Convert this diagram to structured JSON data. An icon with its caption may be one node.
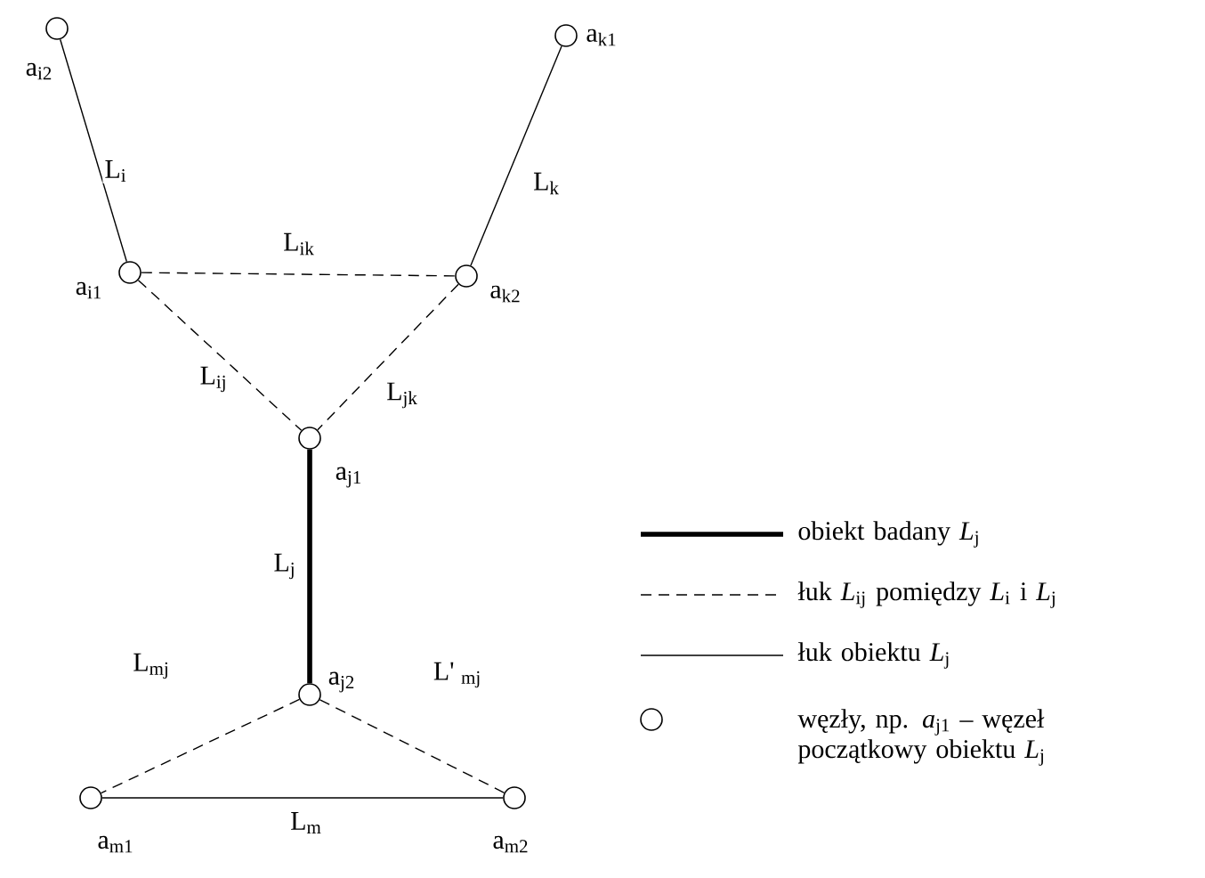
{
  "diagram": {
    "nodes": [
      {
        "text": [],
        "shape": "circle",
        "beside": [
          "a$_{i2}$"
        ]
      },
      {
        "text": [],
        "shape": "circle",
        "beside": [
          "a$_{k1}$"
        ]
      },
      {
        "text": [],
        "shape": "circle",
        "beside": [
          "a$_{i1}$"
        ]
      },
      {
        "text": [],
        "shape": "circle",
        "beside": [
          "a$_{k2}$"
        ]
      },
      {
        "text": [],
        "shape": "circle",
        "beside": [
          "a$_{j1}$"
        ]
      },
      {
        "text": [],
        "shape": "circle",
        "beside": [
          "a$_{j2}$"
        ]
      },
      {
        "text": [],
        "shape": "circle",
        "beside": [
          "a$_{m1}$"
        ]
      },
      {
        "text": [],
        "shape": "circle",
        "beside": [
          "a$_{m2}$"
        ]
      }
    ],
    "edges": [
      {
        "from": 0,
        "to": 2,
        "arrow": "none",
        "label": "L$_{i}$"
      },
      {
        "from": 1,
        "to": 3,
        "arrow": "none",
        "label": "L$_{k}$"
      },
      {
        "from": 2,
        "to": 3,
        "arrow": "none",
        "label": "L$_{ik}$",
        "style": "dashed"
      },
      {
        "from": 2,
        "to": 4,
        "arrow": "none",
        "label": "L$_{ij}$",
        "style": "dashed"
      },
      {
        "from": 3,
        "to": 4,
        "arrow": "none",
        "label": "L$_{jk}$",
        "style": "dashed"
      },
      {
        "from": 4,
        "to": 5,
        "arrow": "none",
        "label": "L$_{j}$",
        "style": "thick"
      },
      {
        "from": 5,
        "to": 6,
        "arrow": "none",
        "label": "L$_{mj}$",
        "style": "dashed"
      },
      {
        "from": 5,
        "to": 7,
        "arrow": "none",
        "label": "L' $_{mj}$",
        "style": "dashed"
      },
      {
        "from": 6,
        "to": 7,
        "arrow": "none",
        "label": "L$_{m}$"
      }
    ],
    "legend": [
      {
        "text": "obiekt badany *L*$_{j}$"
      },
      {
        "text": "łuk *L*$_{ij}$ pomiędzy *L*$_{i}$ i *L*$_{j}$"
      },
      {
        "text": "łuk obiektu *L*$_{j}$"
      },
      {
        "text": "węzły, np. *a*$_{j1}$ – węzeł początkowy obiektu *L*$_{j}$"
      }
    ]
  }
}
